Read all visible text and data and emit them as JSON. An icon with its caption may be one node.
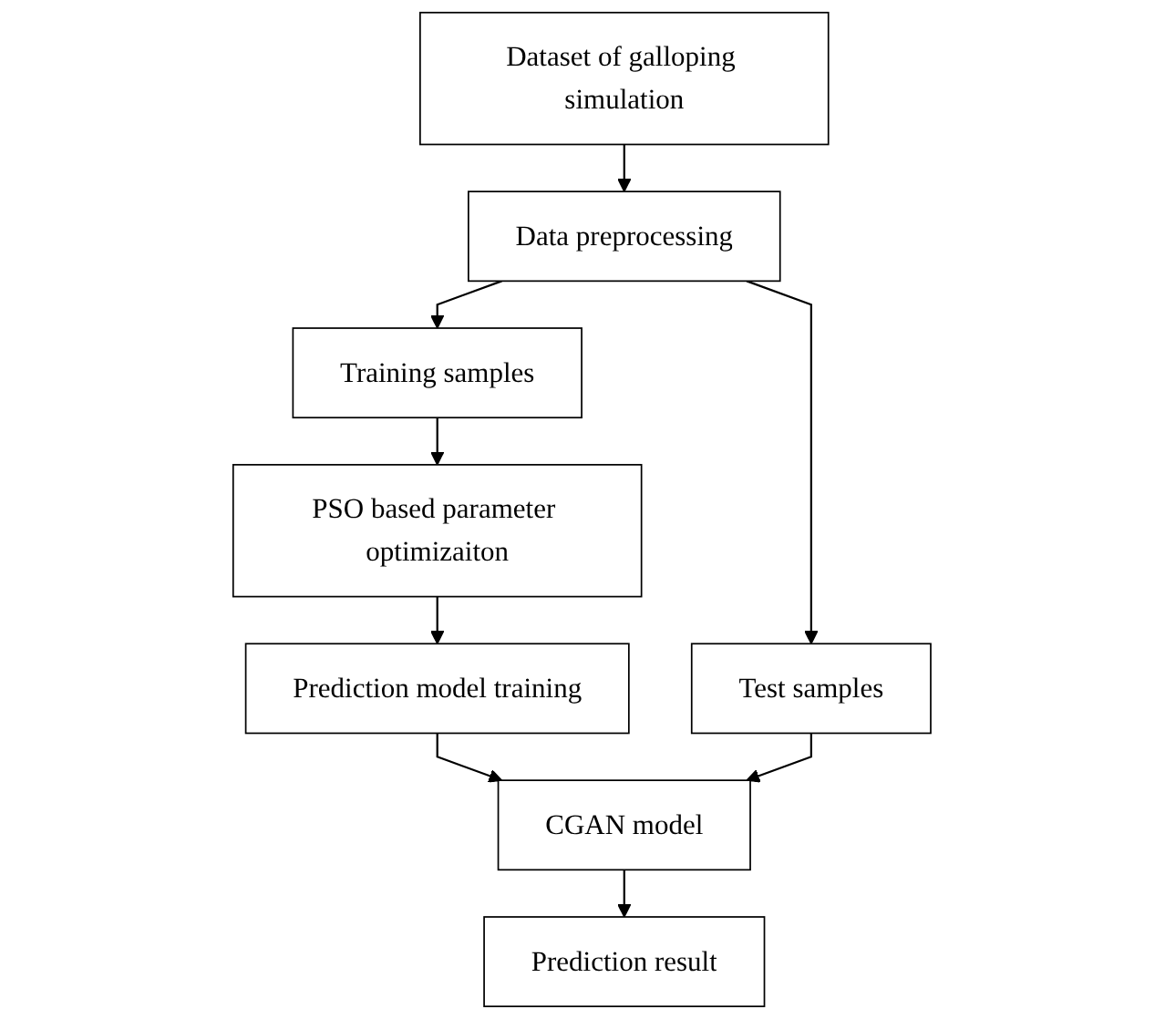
{
  "diagram": {
    "nodes": [
      {
        "text": [
          "Dataset of galloping simulation"
        ]
      },
      {
        "text": [
          "Data preprocessing"
        ]
      },
      {
        "text": [
          "Training samples"
        ]
      },
      {
        "text": [
          "Test samples"
        ]
      },
      {
        "text": [
          "PSO based parameter optimizaiton"
        ]
      },
      {
        "text": [
          "Prediction model training"
        ]
      },
      {
        "text": [
          "CGAN model"
        ]
      },
      {
        "text": [
          "Prediction result"
        ]
      }
    ],
    "edges": [
      {
        "from": 0,
        "to": 1,
        "arrow": "to"
      },
      {
        "from": 1,
        "to": 2,
        "arrow": "to"
      },
      {
        "from": 1,
        "to": 3,
        "arrow": "to"
      },
      {
        "from": 2,
        "to": 4,
        "arrow": "to"
      },
      {
        "from": 4,
        "to": 5,
        "arrow": "to"
      },
      {
        "from": 5,
        "to": 6,
        "arrow": "to"
      },
      {
        "from": 3,
        "to": 6,
        "arrow": "to"
      },
      {
        "from": 6,
        "to": 7,
        "arrow": "to"
      }
    ]
  }
}
